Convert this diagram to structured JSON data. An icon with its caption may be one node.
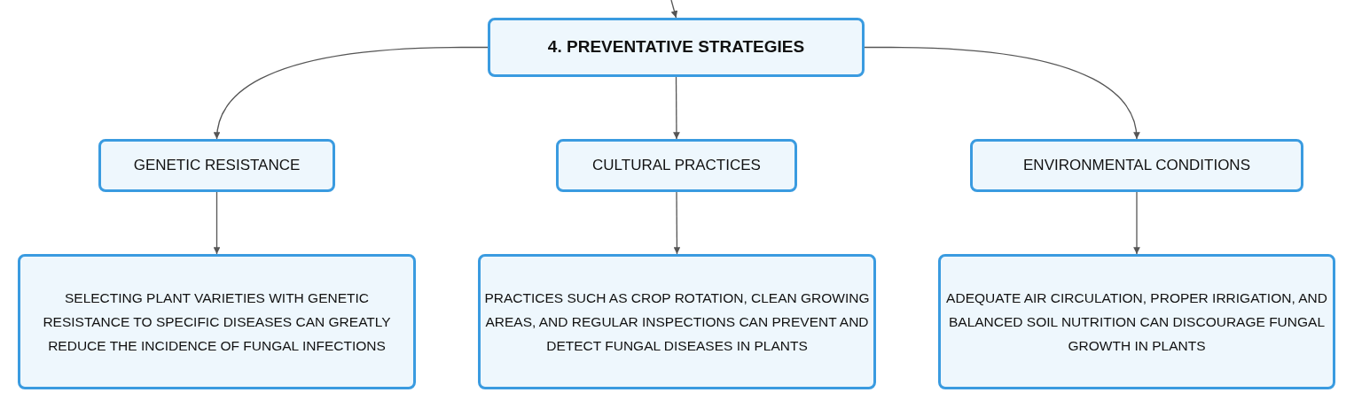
{
  "diagram": {
    "nodes": [
      {
        "text": [
          "4. PREVENTATIVE STRATEGIES"
        ]
      },
      {
        "text": [
          "GENETIC RESISTANCE"
        ]
      },
      {
        "text": [
          "CULTURAL PRACTICES"
        ]
      },
      {
        "text": [
          "ENVIRONMENTAL CONDITIONS"
        ]
      },
      {
        "text": [
          "SELECTING PLANT VARIETIES WITH GENETIC RESISTANCE TO SPECIFIC DISEASES CAN GREATLY REDUCE THE INCIDENCE OF FUNGAL INFECTIONS"
        ]
      },
      {
        "text": [
          "PRACTICES SUCH AS CROP ROTATION, CLEAN GROWING AREAS, AND REGULAR INSPECTIONS CAN PREVENT AND DETECT FUNGAL DISEASES IN PLANTS"
        ]
      },
      {
        "text": [
          "ADEQUATE AIR CIRCULATION, PROPER IRRIGATION, AND BALANCED SOIL NUTRITION CAN DISCOURAGE FUNGAL GROWTH IN PLANTS"
        ]
      }
    ],
    "edges": [
      {
        "from": null,
        "to": 0,
        "arrow": "to"
      },
      {
        "from": 0,
        "to": 1,
        "arrow": "to"
      },
      {
        "from": 0,
        "to": 2,
        "arrow": "to"
      },
      {
        "from": 0,
        "to": 3,
        "arrow": "to"
      },
      {
        "from": 1,
        "to": 4,
        "arrow": "to"
      },
      {
        "from": 2,
        "to": 5,
        "arrow": "to"
      },
      {
        "from": 3,
        "to": 6,
        "arrow": "to"
      }
    ]
  }
}
